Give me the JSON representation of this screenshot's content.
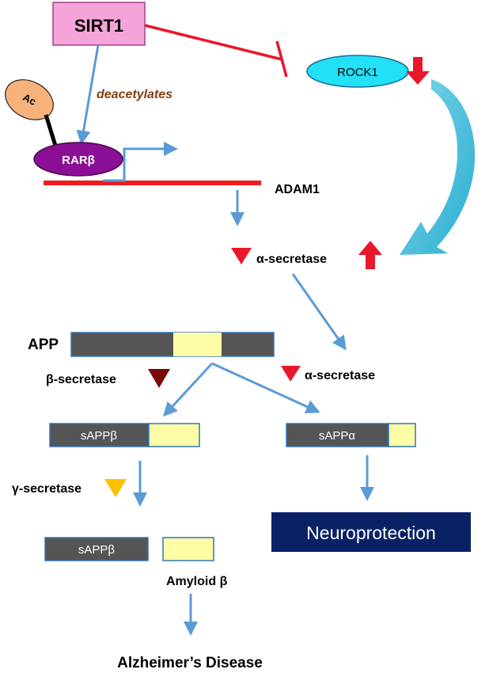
{
  "nodes": {
    "sirt1": "SIRT1",
    "rock1": "ROCK1",
    "ac": "Ac",
    "rarb": "RARβ",
    "deacetylates": "deacetylates",
    "adam1": "ADAM1",
    "alpha_secretase_top": "α-secretase",
    "app": "APP",
    "beta_secretase": "β-secretase",
    "alpha_secretase_mid": "α-secretase",
    "sappb_1": "sAPPβ",
    "sappa": "sAPPα",
    "gamma_secretase": "γ-secretase",
    "sappb_2": "sAPPβ",
    "amyloid_beta": "Amyloid β",
    "neuroprotection": "Neuroprotection",
    "alzheimers": "Alzheimer’s Disease"
  },
  "colors": {
    "sirt1_fill": "#f4a4d6",
    "rock1_fill": "#22e0f5",
    "ac_fill": "#f7b27b",
    "rarb_fill": "#8b0f94",
    "arrow_blue": "#5b9bd5",
    "inhibit_red": "#e8182a",
    "dna_red": "#f01c1c",
    "bar_gray": "#555555",
    "bar_yellow": "#fffca8",
    "beta_marker": "#7a0a0a",
    "gamma_marker": "#ffc000",
    "neuro_fill": "#0a2265",
    "deacetylates_text": "#7f3f0f"
  }
}
